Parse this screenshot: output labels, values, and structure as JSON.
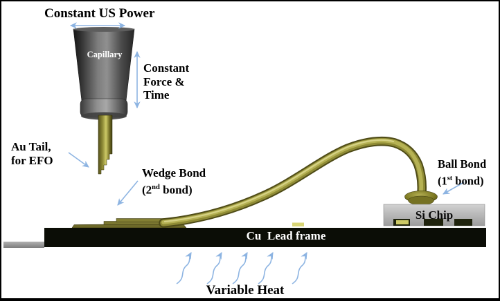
{
  "diagram": {
    "top_label": "Constant US Power",
    "capillary_label": "Capillary",
    "force_label": {
      "line1": "Constant",
      "line2": "Force &",
      "line3": "Time"
    },
    "au_tail_label": {
      "line1": "Au Tail,",
      "line2": "for EFO"
    },
    "wedge_label": {
      "line1": "Wedge Bond",
      "open": "(2",
      "sup": "nd",
      "rest": " bond)"
    },
    "ball_label": {
      "line1": "Ball Bond",
      "open": "(1",
      "sup": "st",
      "rest": " bond)"
    },
    "chip_label": "Si Chip",
    "frame_label": "Cu  Lead frame",
    "heat_label": "Variable Heat"
  },
  "colors": {
    "arrow": "#8db4e2",
    "wire-bright": "#d6d287",
    "wire-mid": "#8f8b35",
    "wire-dark": "#4e4b17",
    "chip-gray": "#b7b7b7",
    "frame-black": "#0b0d06",
    "capillary-gray": "#7d7d7d",
    "label-black": "#000000",
    "label-white": "#ffffff"
  }
}
